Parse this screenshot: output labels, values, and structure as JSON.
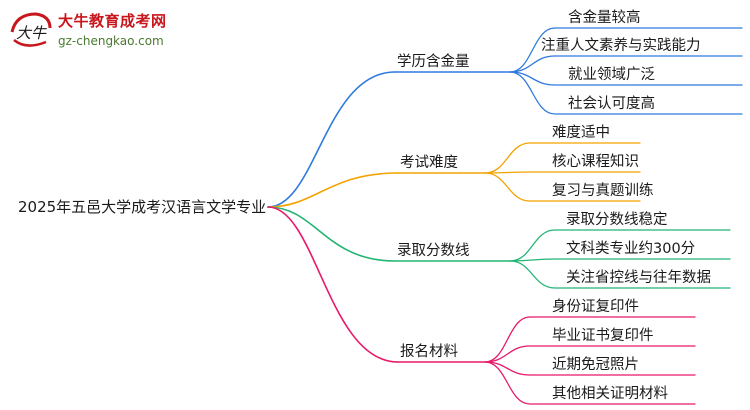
{
  "logo": {
    "name": "大牛教育成考网",
    "url": "gz-chengkao.com",
    "mark_text": "大牛"
  },
  "colors": {
    "blue": "#2f7ae0",
    "orange": "#f2a300",
    "green": "#22b573",
    "pink": "#e8186a",
    "logo_red": "#c8161d"
  },
  "root": "2025年五邑大学成考汉语言文学专业",
  "branches": [
    {
      "label": "学历含金量",
      "color": "blue",
      "children": [
        "含金量较高",
        "注重人文素养与实践能力",
        "就业领域广泛",
        "社会认可度高"
      ]
    },
    {
      "label": "考试难度",
      "color": "orange",
      "children": [
        "难度适中",
        "核心课程知识",
        "复习与真题训练"
      ]
    },
    {
      "label": "录取分数线",
      "color": "green",
      "children": [
        "录取分数线稳定",
        "文科类专业约300分",
        "关注省控线与往年数据"
      ]
    },
    {
      "label": "报名材料",
      "color": "pink",
      "children": [
        "身份证复印件",
        "毕业证书复印件",
        "近期免冠照片",
        "其他相关证明材料"
      ]
    }
  ]
}
